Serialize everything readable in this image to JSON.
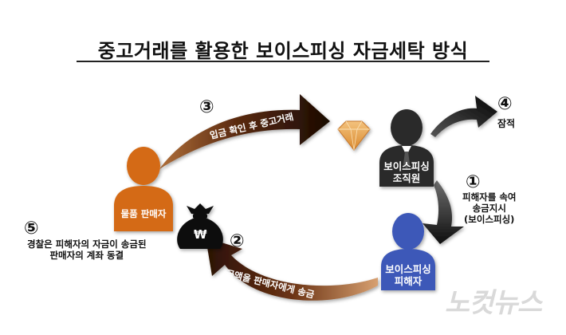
{
  "title": "중고거래를 활용한 보이스피싱 자금세탁 방식",
  "nodes": {
    "seller": "물품 판매자",
    "organizer": [
      "보이스피싱",
      "조직원"
    ],
    "victim": [
      "보이스피싱",
      "피해자"
    ]
  },
  "steps": {
    "s1": {
      "num": "①",
      "text": [
        "피해자를 속여",
        "송금지시",
        "(보이스피싱)"
      ]
    },
    "s2": {
      "num": "②",
      "text": "금액을 판매자에게 송금"
    },
    "s3": {
      "num": "③",
      "text": "입금 확인 후 중고거래"
    },
    "s4": {
      "num": "④",
      "text": "잠적"
    },
    "s5": {
      "num": "⑤",
      "text": [
        "경찰은 피해자의 자금이 송금된",
        "판매자의 계좌 동결"
      ]
    }
  },
  "money_symbol": "₩",
  "watermark": "노컷뉴스",
  "icons": {
    "seller": "person-icon",
    "organizer": "person-suit-icon",
    "victim": "person-icon",
    "money": "money-bag-icon",
    "item": "diamond-icon"
  },
  "colors": {
    "seller": "#d46a12",
    "organizer": "#2a2a2a",
    "victim": "#3c58b8",
    "arrow_dark": "#2b1206",
    "arrow_light": "#9a5c2a",
    "diamond": "#e9a24b"
  }
}
